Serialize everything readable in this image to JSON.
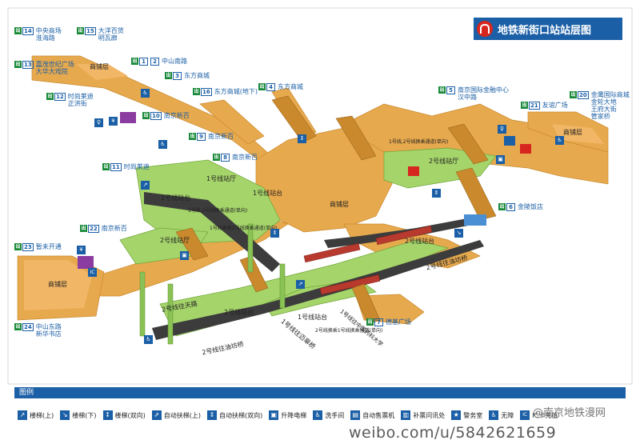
{
  "map": {
    "title": "地铁新街口站站层图",
    "exits": [
      {
        "num": "14",
        "name": [
          "中央商场",
          "淮海路"
        ]
      },
      {
        "num": "15",
        "name": [
          "大洋百货",
          "明瓦廊"
        ]
      },
      {
        "num": "13",
        "name": [
          "嘉茂世纪广场",
          "大华大戏院"
        ]
      },
      {
        "num": "1",
        "name": [
          "中山南路"
        ]
      },
      {
        "num": "2",
        "name": [
          "中山南路"
        ]
      },
      {
        "num": "3",
        "name": [
          "东方商城"
        ]
      },
      {
        "num": "4",
        "name": [
          "东方商城"
        ]
      },
      {
        "num": "16",
        "name": [
          "东方商城(地下)"
        ]
      },
      {
        "num": "12",
        "name": [
          "时尚莱迪",
          "正洪街"
        ]
      },
      {
        "num": "10",
        "name": [
          "南京新百"
        ]
      },
      {
        "num": "9",
        "name": [
          "南京新百"
        ]
      },
      {
        "num": "8",
        "name": [
          "南京新百"
        ]
      },
      {
        "num": "11",
        "name": [
          "时尚莱迪"
        ]
      },
      {
        "num": "5",
        "name": [
          "南京国际金融中心",
          "汉中路"
        ]
      },
      {
        "num": "21",
        "name": [
          "友谊广场"
        ]
      },
      {
        "num": "20",
        "name": [
          "金鹰国际商城",
          "金轮大地",
          "王府大街",
          "管家桥"
        ]
      },
      {
        "num": "6",
        "name": [
          "金陵饭店"
        ]
      },
      {
        "num": "22",
        "name": [
          "南京新百"
        ]
      },
      {
        "num": "23",
        "name": [
          "暂未开通"
        ]
      },
      {
        "num": "24",
        "name": [
          "中山东路",
          "新华书店"
        ]
      },
      {
        "num": "7",
        "name": [
          "德基广场"
        ]
      }
    ],
    "labels": {
      "shop_top": "商铺层",
      "shop_center": "商铺层",
      "shop_right": "商铺层",
      "shop_left": "商铺层",
      "hall2_left": "2号线站厅",
      "hall2_right": "2号线站厅",
      "hall1_left": "1号线站厅",
      "plat1_left": "1号线站台",
      "plat2_right": "2号线站台",
      "plat2_low": "2号线站台",
      "plat1_low": "1号线站台",
      "plat1_mid": "1号线站台",
      "dir_2_east": "2号线往油坊桥",
      "dir_2_west": "2号线往天路",
      "dir_2_low": "2号线往油坊桥",
      "dir_1_south": "1号线往迈皋桥",
      "dir_1_north": "1号线往中国药科大学",
      "transfer_a": "1号线,2号线换乘通道(单向)",
      "transfer_b": "1号线,2号线换乘通道(单向)",
      "transfer_c": "1号线换乘2号线换乘通道(单向)",
      "transfer_d": "2号线换乘1号线换乘通道(单向)"
    }
  },
  "legend": {
    "title": "图例",
    "items": [
      {
        "icon": "stairs-up-icon",
        "glyph": "↗",
        "label": "楼梯(上)"
      },
      {
        "icon": "stairs-down-icon",
        "glyph": "↘",
        "label": "楼梯(下)"
      },
      {
        "icon": "stairs-both-icon",
        "glyph": "↕",
        "label": "楼梯(双向)"
      },
      {
        "icon": "escalator-up-icon",
        "glyph": "⇗",
        "label": "自动扶梯(上)"
      },
      {
        "icon": "escalator-both-icon",
        "glyph": "⇕",
        "label": "自动扶梯(双向)"
      },
      {
        "icon": "elevator-icon",
        "glyph": "▣",
        "label": "升降电梯"
      },
      {
        "icon": "restroom-icon",
        "glyph": "♿",
        "label": "洗手间"
      },
      {
        "icon": "ticket-machine-icon",
        "glyph": "▤",
        "label": "自动售票机"
      },
      {
        "icon": "ticket-office-icon",
        "glyph": "▥",
        "label": "补票问讯处"
      },
      {
        "icon": "police-icon",
        "glyph": "★",
        "label": "警务室"
      },
      {
        "icon": "accessible-icon",
        "glyph": "♿",
        "label": "无障"
      },
      {
        "icon": "ic-card-icon",
        "glyph": "IC",
        "label": "IC卡充值"
      }
    ]
  },
  "watermark": {
    "url": "weibo.com/u/5842621659",
    "handle": "@南京地铁漫网"
  },
  "colors": {
    "accent": "#1b5fa6",
    "concourse": "#e7a94d",
    "platform": "#a5d46a",
    "track": "#3c3c3c",
    "exit_green": "#1a8a3a",
    "logo_red": "#d7261e"
  }
}
